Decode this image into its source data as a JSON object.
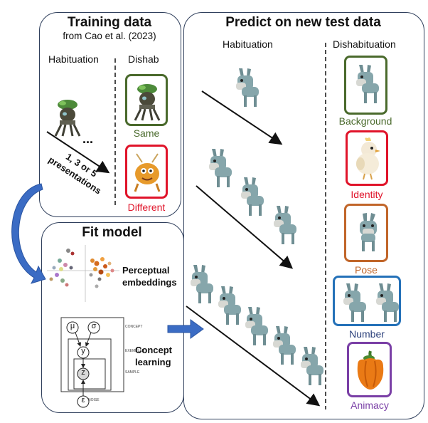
{
  "training": {
    "title": "Training data",
    "subtitle": "from Cao et al. (2023)",
    "habituation_label": "Habituation",
    "dishab_label": "Dishab",
    "ellipsis": "...",
    "presentations_label": "1, 3 or 5 presentations",
    "same_label": "Same",
    "different_label": "Different"
  },
  "fit": {
    "title": "Fit model",
    "embeddings_label": "Perceptual embeddings",
    "concept_label": "Concept learning",
    "graph": {
      "mu": "μ",
      "sigma": "σ",
      "y": "y",
      "z": "z",
      "eps": "ε",
      "concept": "CONCEPT",
      "exemplar": "EXEMPLAR",
      "sample": "SAMPLE",
      "noise": "NOISE"
    }
  },
  "predict": {
    "title": "Predict on new test data",
    "habituation_label": "Habituation",
    "dishabituation_label": "Dishabituation",
    "conditions": [
      {
        "label": "Background",
        "color": "#4a6a2c"
      },
      {
        "label": "Identity",
        "color": "#e0142a"
      },
      {
        "label": "Pose",
        "color": "#c1662a"
      },
      {
        "label": "Number",
        "color": "#2471b8"
      },
      {
        "label": "Animacy",
        "color": "#7a3fa6"
      }
    ]
  },
  "colors": {
    "panel_border": "#2f3f5c",
    "same": "#4a6a2c",
    "different": "#e0142a",
    "flow_arrow": "#3b6cc4"
  }
}
